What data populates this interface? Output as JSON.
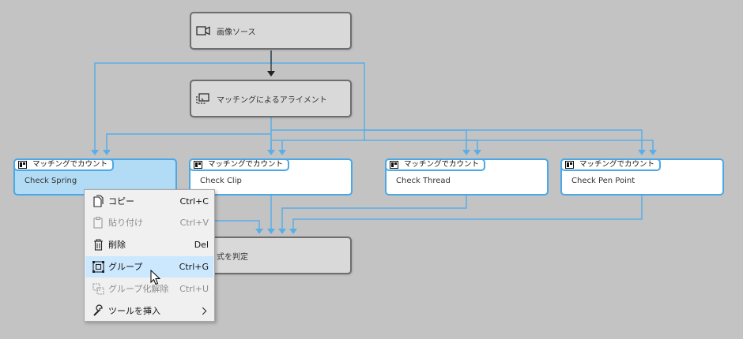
{
  "nodes": {
    "source": {
      "label": "画像ソース"
    },
    "align": {
      "label": "マッチングによるアライメント"
    },
    "judge": {
      "label": "式を判定"
    }
  },
  "tools": [
    {
      "badge": "マッチングでカウント",
      "name": "Check Spring"
    },
    {
      "badge": "マッチングでカウント",
      "name": "Check Clip"
    },
    {
      "badge": "マッチングでカウント",
      "name": "Check Thread"
    },
    {
      "badge": "マッチングでカウント",
      "name": "Check Pen Point"
    }
  ],
  "context_menu": {
    "items": [
      {
        "label": "コピー",
        "shortcut": "Ctrl+C",
        "icon": "copy-icon",
        "enabled": true
      },
      {
        "label": "貼り付け",
        "shortcut": "Ctrl+V",
        "icon": "paste-icon",
        "enabled": false
      },
      {
        "label": "削除",
        "shortcut": "Del",
        "icon": "delete-icon",
        "enabled": true
      },
      {
        "label": "グループ",
        "shortcut": "Ctrl+G",
        "icon": "group-icon",
        "enabled": true,
        "hovered": true
      },
      {
        "label": "グループ化解除",
        "shortcut": "Ctrl+U",
        "icon": "ungroup-icon",
        "enabled": false
      },
      {
        "label": "ツールを挿入",
        "shortcut": "",
        "icon": "wrench-icon",
        "enabled": true,
        "submenu": true
      }
    ]
  },
  "colors": {
    "canvas": "#c3c3c3",
    "wire": "#5aaee8",
    "tool_border": "#4aa8e6",
    "selected_fill": "#b2dcf5",
    "menu_hover": "#cce8ff"
  }
}
